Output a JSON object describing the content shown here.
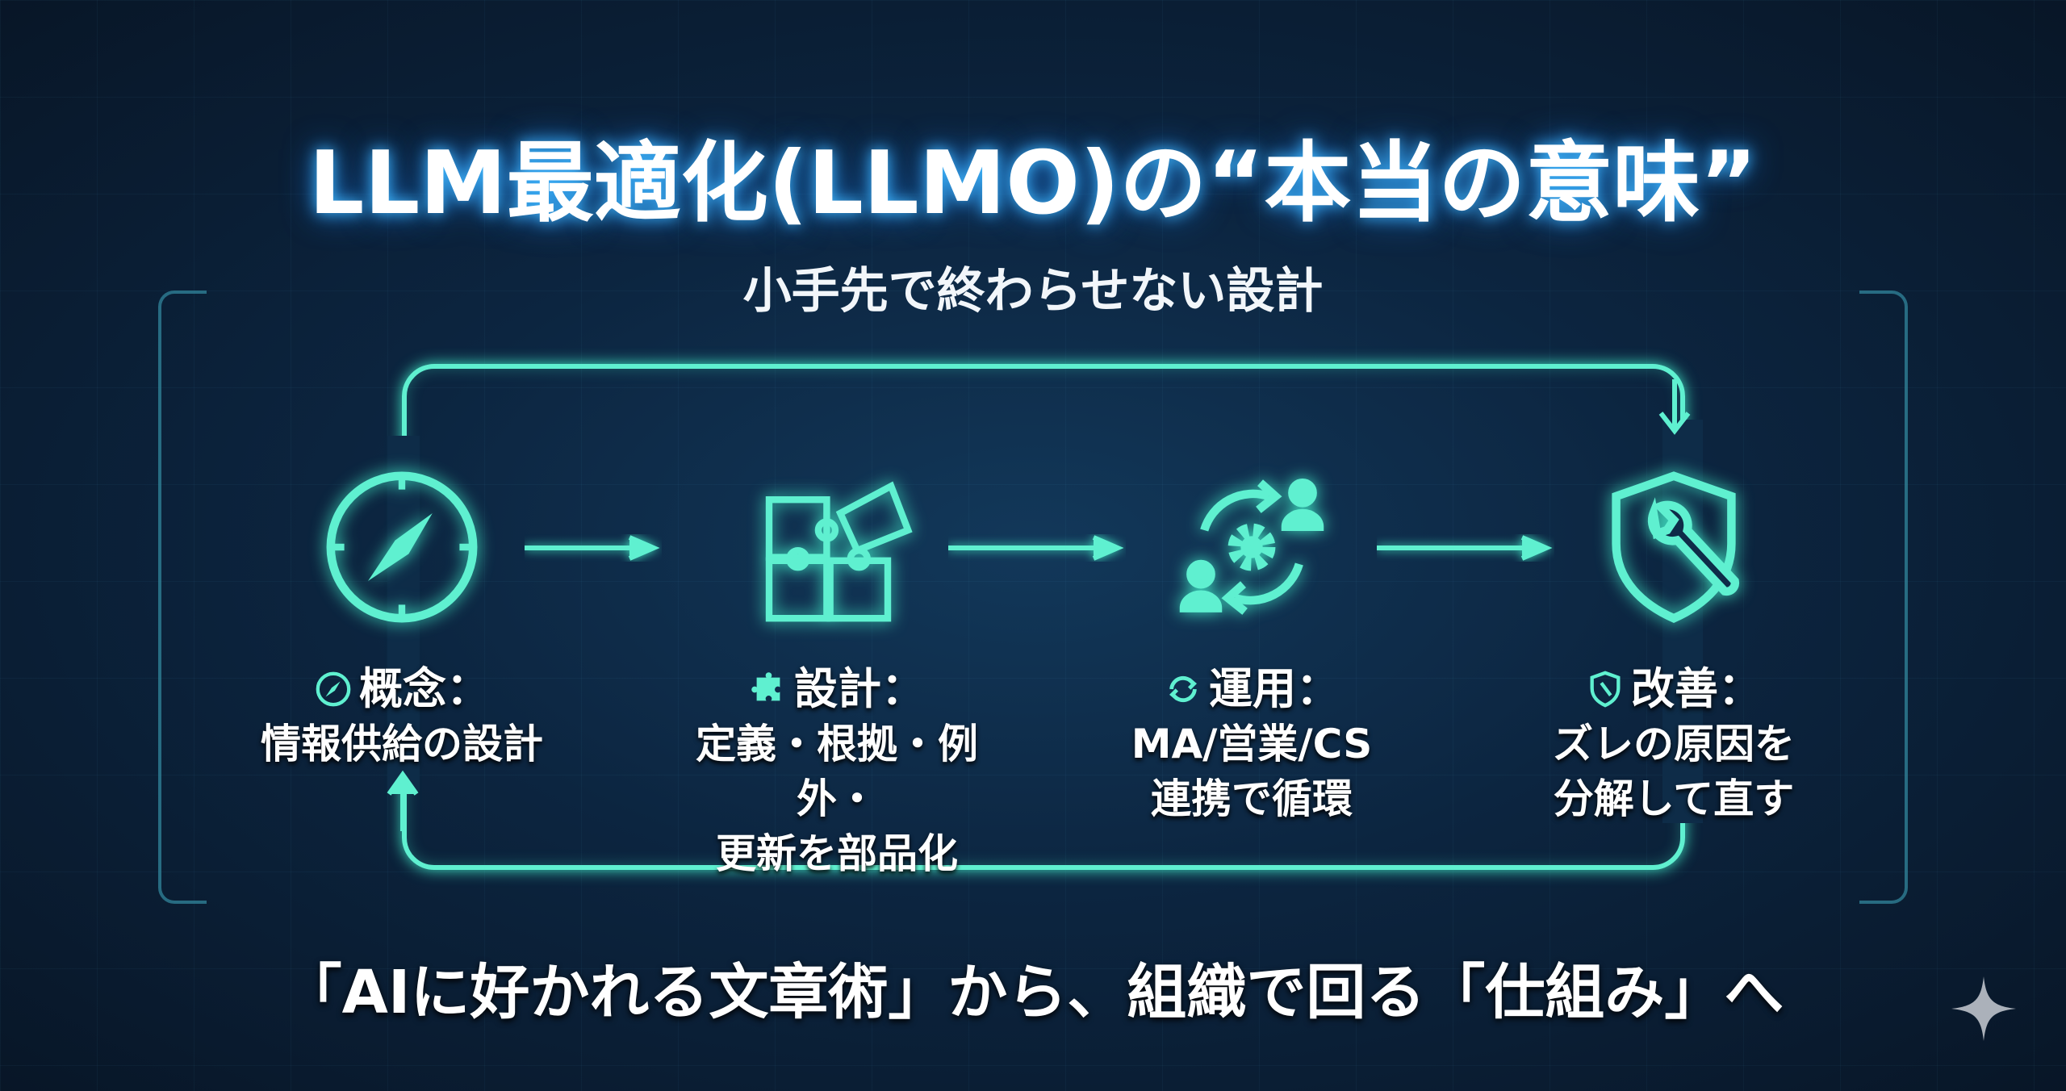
{
  "title": "LLM最適化(LLMO)の“本当の意味”",
  "subtitle": "小手先で終わらせない設計",
  "steps": [
    {
      "icon": "compass-icon",
      "heading": "概念：",
      "lines": [
        "情報供給の設計"
      ]
    },
    {
      "icon": "puzzle-icon",
      "heading": "設計：",
      "lines": [
        "定義・根拠・例外・",
        "更新を部品化"
      ]
    },
    {
      "icon": "cycle-gear-people-icon",
      "heading": "運用：",
      "lines": [
        "MA/営業/CS",
        "連携で循環"
      ]
    },
    {
      "icon": "shield-wrench-icon",
      "heading": "改善：",
      "lines": [
        "ズレの原因を",
        "分解して直す"
      ]
    }
  ],
  "tagline": "「AIに好かれる文章術」から、組織で回る「仕組み」へ",
  "colors": {
    "accent": "#5ff0d0",
    "glow": "#3fb8ff",
    "background": "#0a1a2c"
  }
}
